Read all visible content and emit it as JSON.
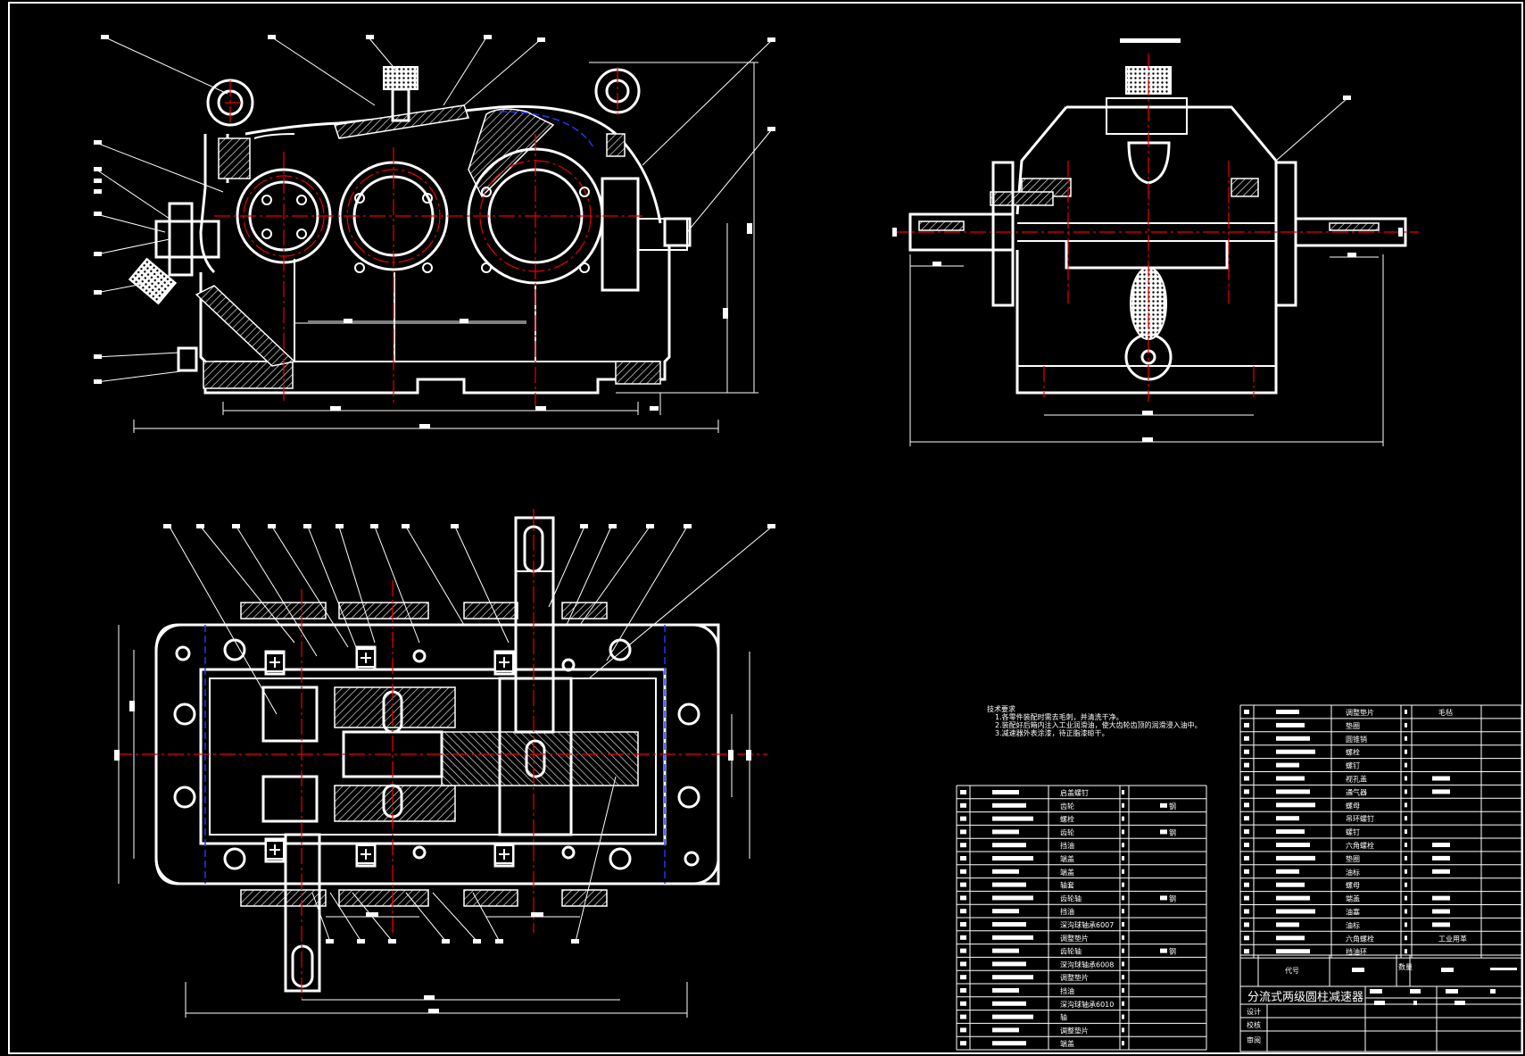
{
  "notes": {
    "heading": "技术要求",
    "lines": [
      "1.各零件装配时需去毛刺，并清洗干净。",
      "2.装配好后箱内注入工业润滑油，使大齿轮齿顶的润滑浸入油中。",
      "3.减速器外表涂漆，待正脂漆晾干。"
    ]
  },
  "title_block": {
    "title": "分流式两级圆柱减速器",
    "code_label": "代号",
    "qty_label": "数量",
    "rows": [
      "设计",
      "校核",
      "审阅"
    ]
  },
  "bom_left": [
    "启盖螺钉",
    "齿轮",
    "螺栓",
    "齿轮",
    "挡油",
    "端盖",
    "端盖",
    "轴套",
    "齿轮轴",
    "挡油",
    "深沟球轴承6007",
    "调整垫片",
    "齿轮轴",
    "深沟球轴承6008",
    "调整垫片",
    "挡油",
    "深沟球轴承6010",
    "轴",
    "调整垫片",
    "端盖"
  ],
  "bom_right": [
    "调整垫片",
    "垫圈",
    "圆锥销",
    "螺栓",
    "螺钉",
    "视孔盖",
    "通气器",
    "螺母",
    "吊环螺钉",
    "螺钉",
    "六角螺栓",
    "垫圈",
    "油标",
    "螺母",
    "端盖",
    "油塞",
    "油标",
    "六角螺栓",
    "挡油环"
  ],
  "bom_right_notes": [
    "毛毡",
    "工业用革"
  ],
  "material_marks": [
    "钢",
    "钢",
    "钢",
    "钢"
  ]
}
